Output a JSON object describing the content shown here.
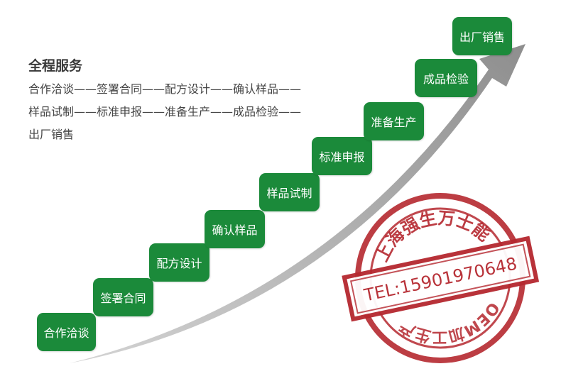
{
  "heading": "全程服务",
  "description": "合作洽谈——签署合同——配方设计——确认样品——样品试制——标准申报——准备生产——成品检验——出厂销售",
  "steps": [
    {
      "label": "合作洽谈"
    },
    {
      "label": "签署合同"
    },
    {
      "label": "配方设计"
    },
    {
      "label": "确认样品"
    },
    {
      "label": "样品试制"
    },
    {
      "label": "标准申报"
    },
    {
      "label": "准备生产"
    },
    {
      "label": "成品检验"
    },
    {
      "label": "出厂销售"
    }
  ],
  "stamp": {
    "top_text": "上海强生万士能",
    "phone": "TEL:15901970648",
    "bottom_text": "OEM加工生产"
  },
  "colors": {
    "step_green": "#1b8a3a",
    "arrow_gray": "#a9a9a9",
    "stamp_red": "#b5282f"
  }
}
